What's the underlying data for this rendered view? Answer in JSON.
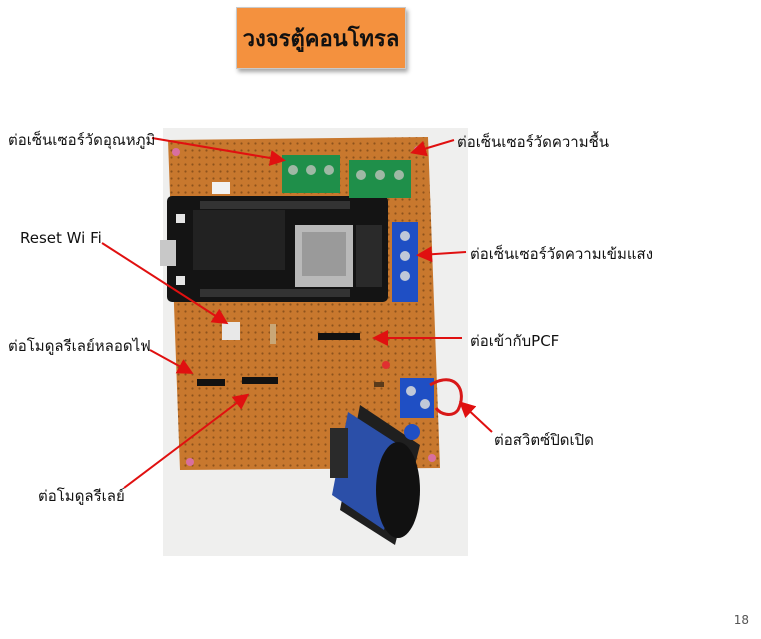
{
  "title": "วงจรตู้คอนโทรล",
  "labels": {
    "temp_sensor": "ต่อเซ็นเซอร์วัดอุณหภูมิ",
    "humidity_sensor": "ต่อเซ็นเซอร์วัดความชื้น",
    "reset_wifi": "Reset Wi Fi",
    "light_sensor": "ต่อเซ็นเซอร์วัดความเข้มแสง",
    "pcf": "ต่อเข้ากับPCF",
    "lamp_relay": "ต่อโมดูลรีเลย์หลอดไฟ",
    "switch": "ต่อสวิตซ์ปิดเปิด",
    "relay": "ต่อโมดูลรีเลย์"
  },
  "page_number": "18",
  "colors": {
    "title_bg": "#f4913e",
    "arrow": "#e01010",
    "pcb": "#c8782e",
    "terminal_green": "#1f8f4a",
    "terminal_blue": "#1f4fc4"
  }
}
